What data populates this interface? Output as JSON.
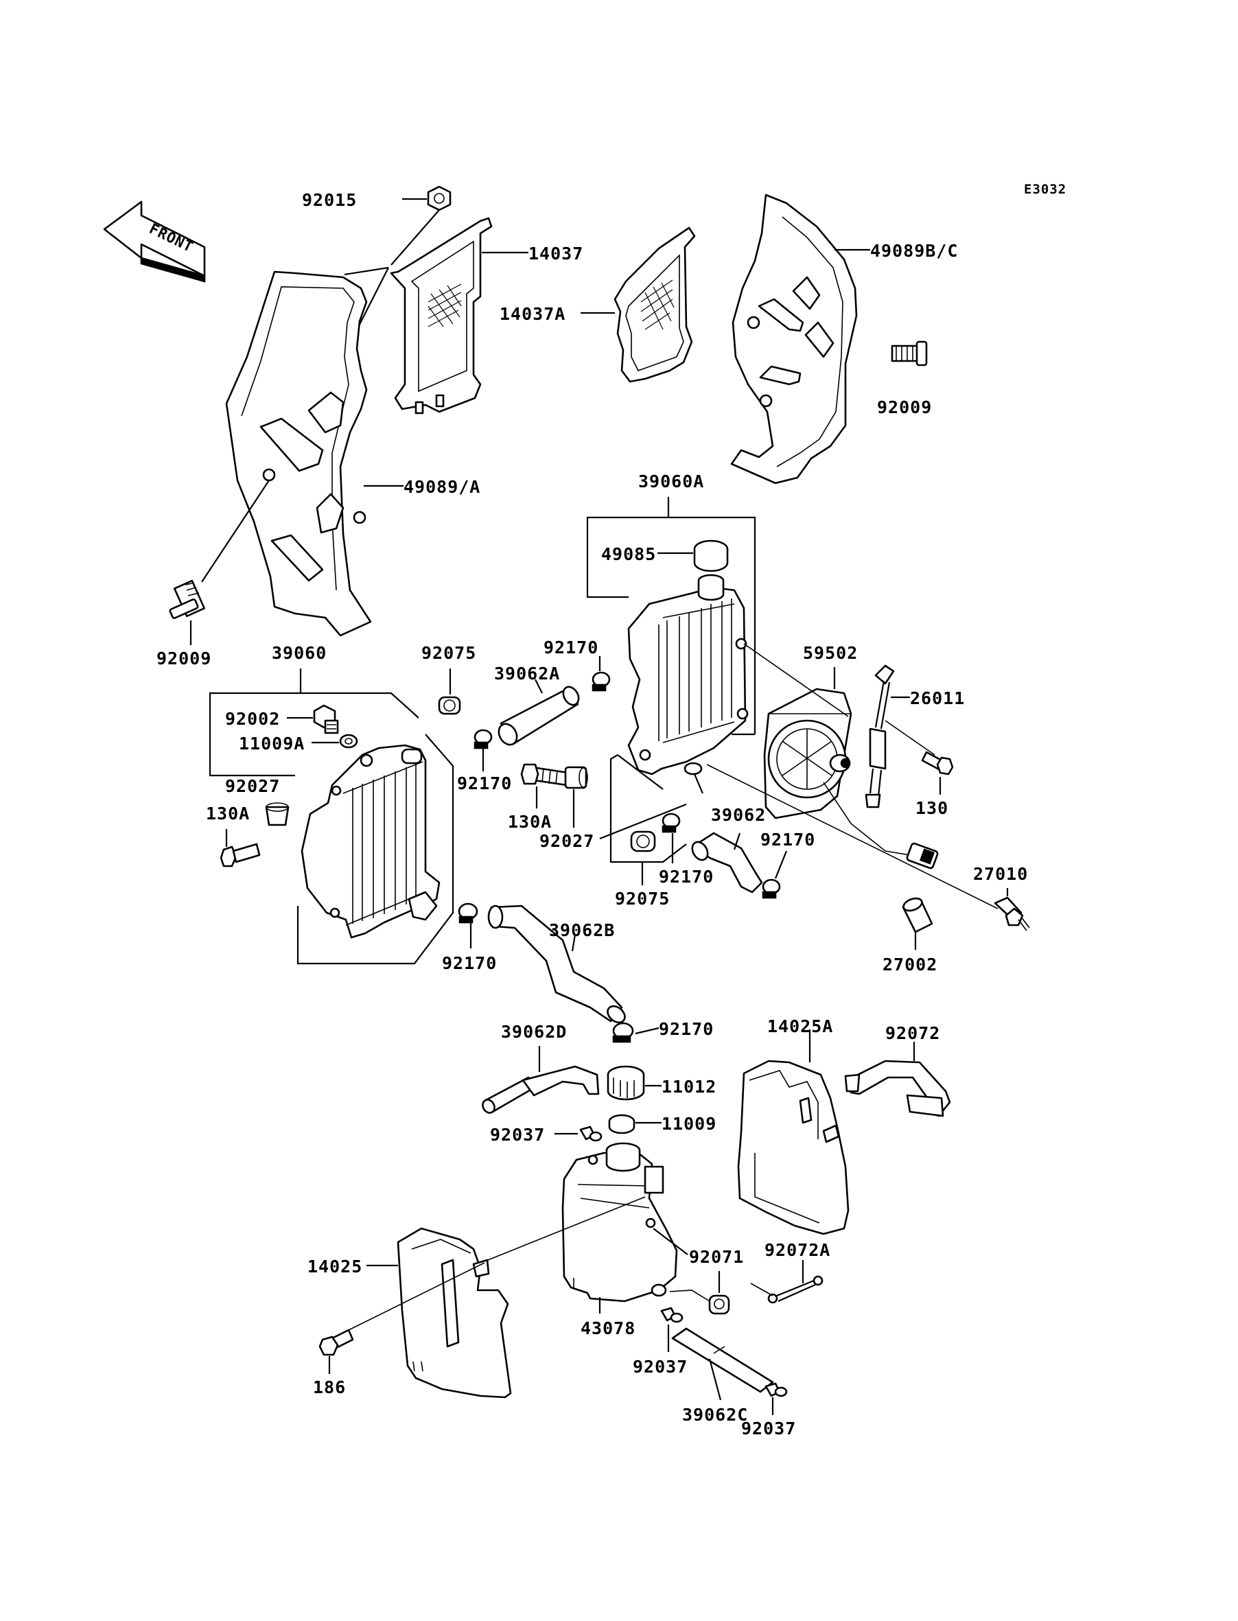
{
  "diagram_code": "E3032",
  "front_label": "FRONT",
  "parts": {
    "p92015": "92015",
    "p14037": "14037",
    "p14037A": "14037A",
    "p49089BC": "49089B/C",
    "p92009_top": "92009",
    "p49089A": "49089/A",
    "p92009_left": "92009",
    "p39060A": "39060A",
    "p49085": "49085",
    "p92170_a": "92170",
    "p39062A": "39062A",
    "p92075_a": "92075",
    "p39060": "39060",
    "p92002": "92002",
    "p11009A": "11009A",
    "p92027_a": "92027",
    "p130A_a": "130A",
    "p92170_b": "92170",
    "p130A_b": "130A",
    "p92027_b": "92027",
    "p59502": "59502",
    "p26011": "26011",
    "p130": "130",
    "p39062": "39062",
    "p92170_c": "92170",
    "p92170_d": "92170",
    "p92075_b": "92075",
    "p27010": "27010",
    "p27002": "27002",
    "p92170_e": "92170",
    "p39062B": "39062B",
    "p92170_f": "92170",
    "p39062D": "39062D",
    "p11012": "11012",
    "p14025A": "14025A",
    "p92072": "92072",
    "p92037_a": "92037",
    "p11009": "11009",
    "p92071": "92071",
    "p92072A": "92072A",
    "p14025": "14025",
    "p43078": "43078",
    "p186": "186",
    "p92037_b": "92037",
    "p39062C": "39062C",
    "p92037_c": "92037"
  }
}
